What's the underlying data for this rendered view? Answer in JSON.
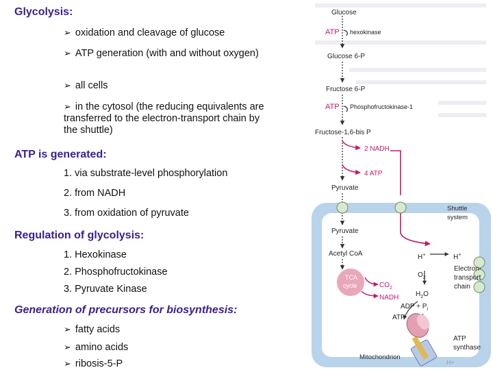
{
  "left": {
    "glycolysis_heading": "Glycolysis:",
    "glycolysis_items": [
      "oxidation and cleavage of glucose",
      "ATP generation (with and without oxygen)",
      "all cells",
      "in the cytosol (the reducing equivalents are transferred to the electron-transport chain by the shuttle)"
    ],
    "atp_heading": "ATP is generated:",
    "atp_items": [
      "1. via substrate-level phosphorylation",
      "2. from NADH",
      "3. from oxidation of pyruvate"
    ],
    "regulation_heading": "Regulation of glycolysis:",
    "regulation_items": [
      "1. Hexokinase",
      "2. Phosphofructokinase",
      "3. Pyruvate Kinase"
    ],
    "precursors_heading": "Generation of precursors for biosynthesis:",
    "precursor_items": [
      "fatty acids",
      "amino acids",
      "ribosis-5-P"
    ]
  },
  "diagram": {
    "glucose": "Glucose",
    "atp_1": "ATP",
    "hexokinase": "hexokinase",
    "glucose_6p": "Glucose 6-P",
    "fructose_6p": "Fructose 6-P",
    "atp_2": "ATP",
    "phosphofructokinase": "Phosphofructokinase-1",
    "fructose_16bisp": "Fructose-1,6-bis P",
    "nadh_2": "2 NADH",
    "atp_4": "4 ATP",
    "pyruvate_cyto": "Pyruvate",
    "shuttle_1": "Shuttle",
    "shuttle_2": "system",
    "pyruvate_mito": "Pyruvate",
    "acetyl_coa": "Acetyl CoA",
    "tca_1": "TCA",
    "tca_2": "cycle",
    "co2_base": "CO",
    "co2_sub": "2",
    "nadh_mito": "NADH",
    "h_plus_1": "H",
    "h_plus_2": "H",
    "o2_base": "O",
    "o2_sub": "2",
    "h2o_h": "H",
    "h2o_sub": "2",
    "h2o_o": "O",
    "etc_1": "Electron-",
    "etc_2": "transport",
    "etc_3": "chain",
    "adp_pi": "ADP + P",
    "adp_sub": "i",
    "atp_mito": "ATP",
    "atp_synthase_1": "ATP",
    "atp_synthase_2": "synthase",
    "mitochondrion": "Mitochondrion",
    "h_plus_bottom": "H+"
  },
  "colors": {
    "heading": "#3b1e8c",
    "magenta": "#c0186e",
    "mito_membrane": "#b9d3ea",
    "mito_matrix": "#ffffff",
    "tca_fill": "#e9a7ba"
  }
}
